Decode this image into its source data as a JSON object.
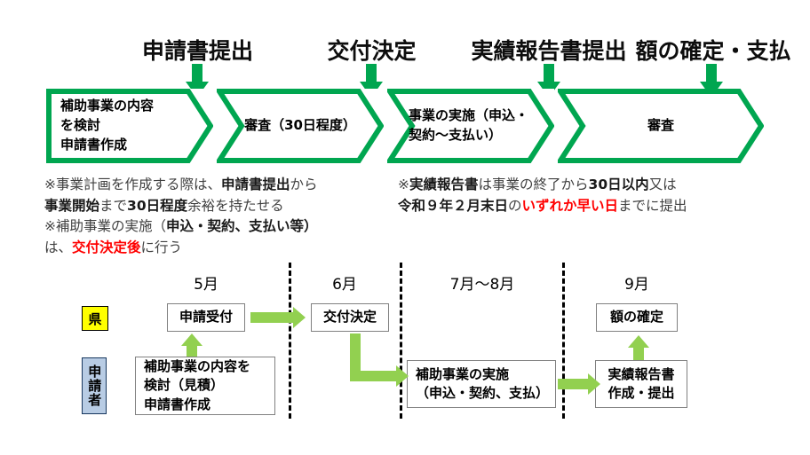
{
  "colors": {
    "chevron_green": "#00a650",
    "arrow_green": "#92d050",
    "accent_red": "#ff0000",
    "ken_tag_bg": "#ffff00",
    "applicant_tag_bg": "#b8cce4",
    "applicant_tag_border": "#17375e",
    "box_border": "#808080",
    "note_text": "#404040"
  },
  "milestones": [
    {
      "label": "申請書提出"
    },
    {
      "label": "交付決定"
    },
    {
      "label": "実績報告書提出"
    },
    {
      "label": "額の確定・支払"
    }
  ],
  "phases": [
    {
      "lines": [
        "補助事業の内容",
        "を検討",
        "申請書作成"
      ]
    },
    {
      "lines": [
        "審査（30日程度）"
      ]
    },
    {
      "lines": [
        "事業の実施（申込・",
        "契約～支払い）"
      ]
    },
    {
      "lines": [
        "審査"
      ]
    }
  ],
  "notes": {
    "left": [
      [
        {
          "t": "※事業計画を作成する際は、",
          "s": "plain"
        },
        {
          "t": "申請書提出",
          "s": "bold"
        },
        {
          "t": "から",
          "s": "plain"
        }
      ],
      [
        {
          "t": "事業開始",
          "s": "bold"
        },
        {
          "t": "まで",
          "s": "plain"
        },
        {
          "t": "30日程度",
          "s": "bold"
        },
        {
          "t": "余裕を持たせる",
          "s": "plain"
        }
      ],
      [
        {
          "t": "※補助事業の実施（",
          "s": "plain"
        },
        {
          "t": "申込・契約、支払い等）",
          "s": "bold"
        }
      ],
      [
        {
          "t": "は、",
          "s": "plain"
        },
        {
          "t": "交付決定後",
          "s": "red"
        },
        {
          "t": "に行う",
          "s": "plain"
        }
      ]
    ],
    "right": [
      [
        {
          "t": "※",
          "s": "plain"
        },
        {
          "t": "実績報告書",
          "s": "bold"
        },
        {
          "t": "は事業の終了から",
          "s": "plain"
        },
        {
          "t": "30日以内",
          "s": "bold"
        },
        {
          "t": "又は",
          "s": "plain"
        }
      ],
      [
        {
          "t": "令和９年２月末日",
          "s": "bold"
        },
        {
          "t": "の",
          "s": "plain"
        },
        {
          "t": "いずれか早い日",
          "s": "red"
        },
        {
          "t": "までに提出",
          "s": "plain"
        }
      ]
    ]
  },
  "timeline": {
    "months": [
      {
        "label": "5月"
      },
      {
        "label": "6月"
      },
      {
        "label": "7月～8月"
      },
      {
        "label": "9月"
      }
    ],
    "rows": [
      {
        "tag": "県"
      },
      {
        "tag": "申請者"
      }
    ],
    "ken_boxes": [
      {
        "lines": [
          "申請受付"
        ]
      },
      {
        "lines": [
          "交付決定"
        ]
      },
      {
        "lines": [
          "額の確定"
        ]
      }
    ],
    "applicant_boxes": [
      {
        "lines": [
          "補助事業の内容を",
          "検討（見積）",
          "申請書作成"
        ]
      },
      {
        "lines": [
          "補助事業の実施",
          "（申込・契約、支払）"
        ]
      },
      {
        "lines": [
          "実績報告書",
          "作成・提出"
        ]
      }
    ]
  }
}
